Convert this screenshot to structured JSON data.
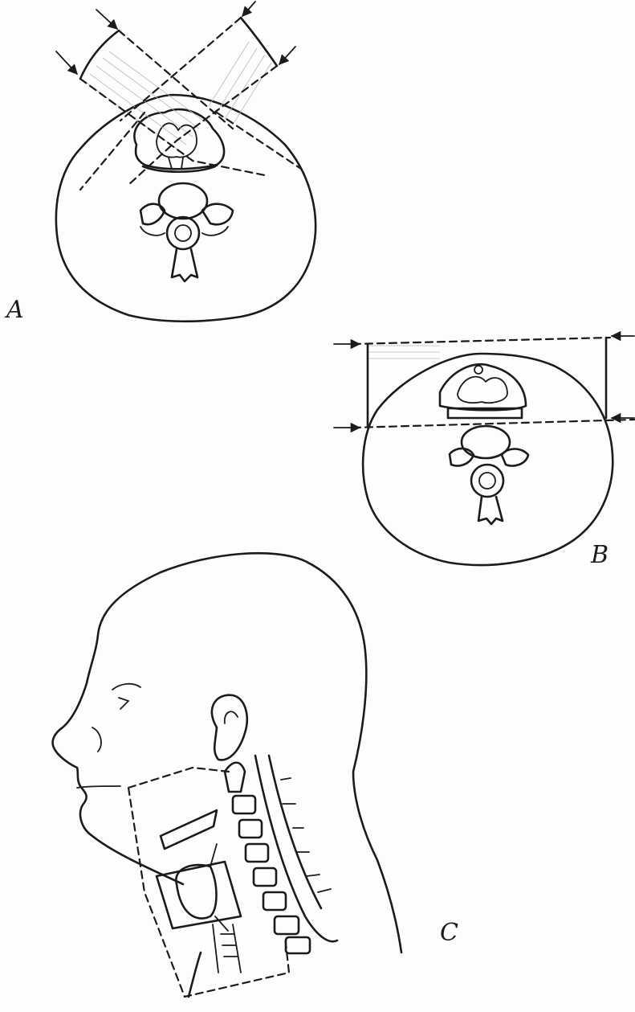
{
  "panels": {
    "a": {
      "label": "A"
    },
    "b": {
      "label": "B"
    },
    "c": {
      "label": "C"
    }
  },
  "colors": {
    "ink": "#1b1b1b",
    "paper": "#fdfdfb"
  }
}
